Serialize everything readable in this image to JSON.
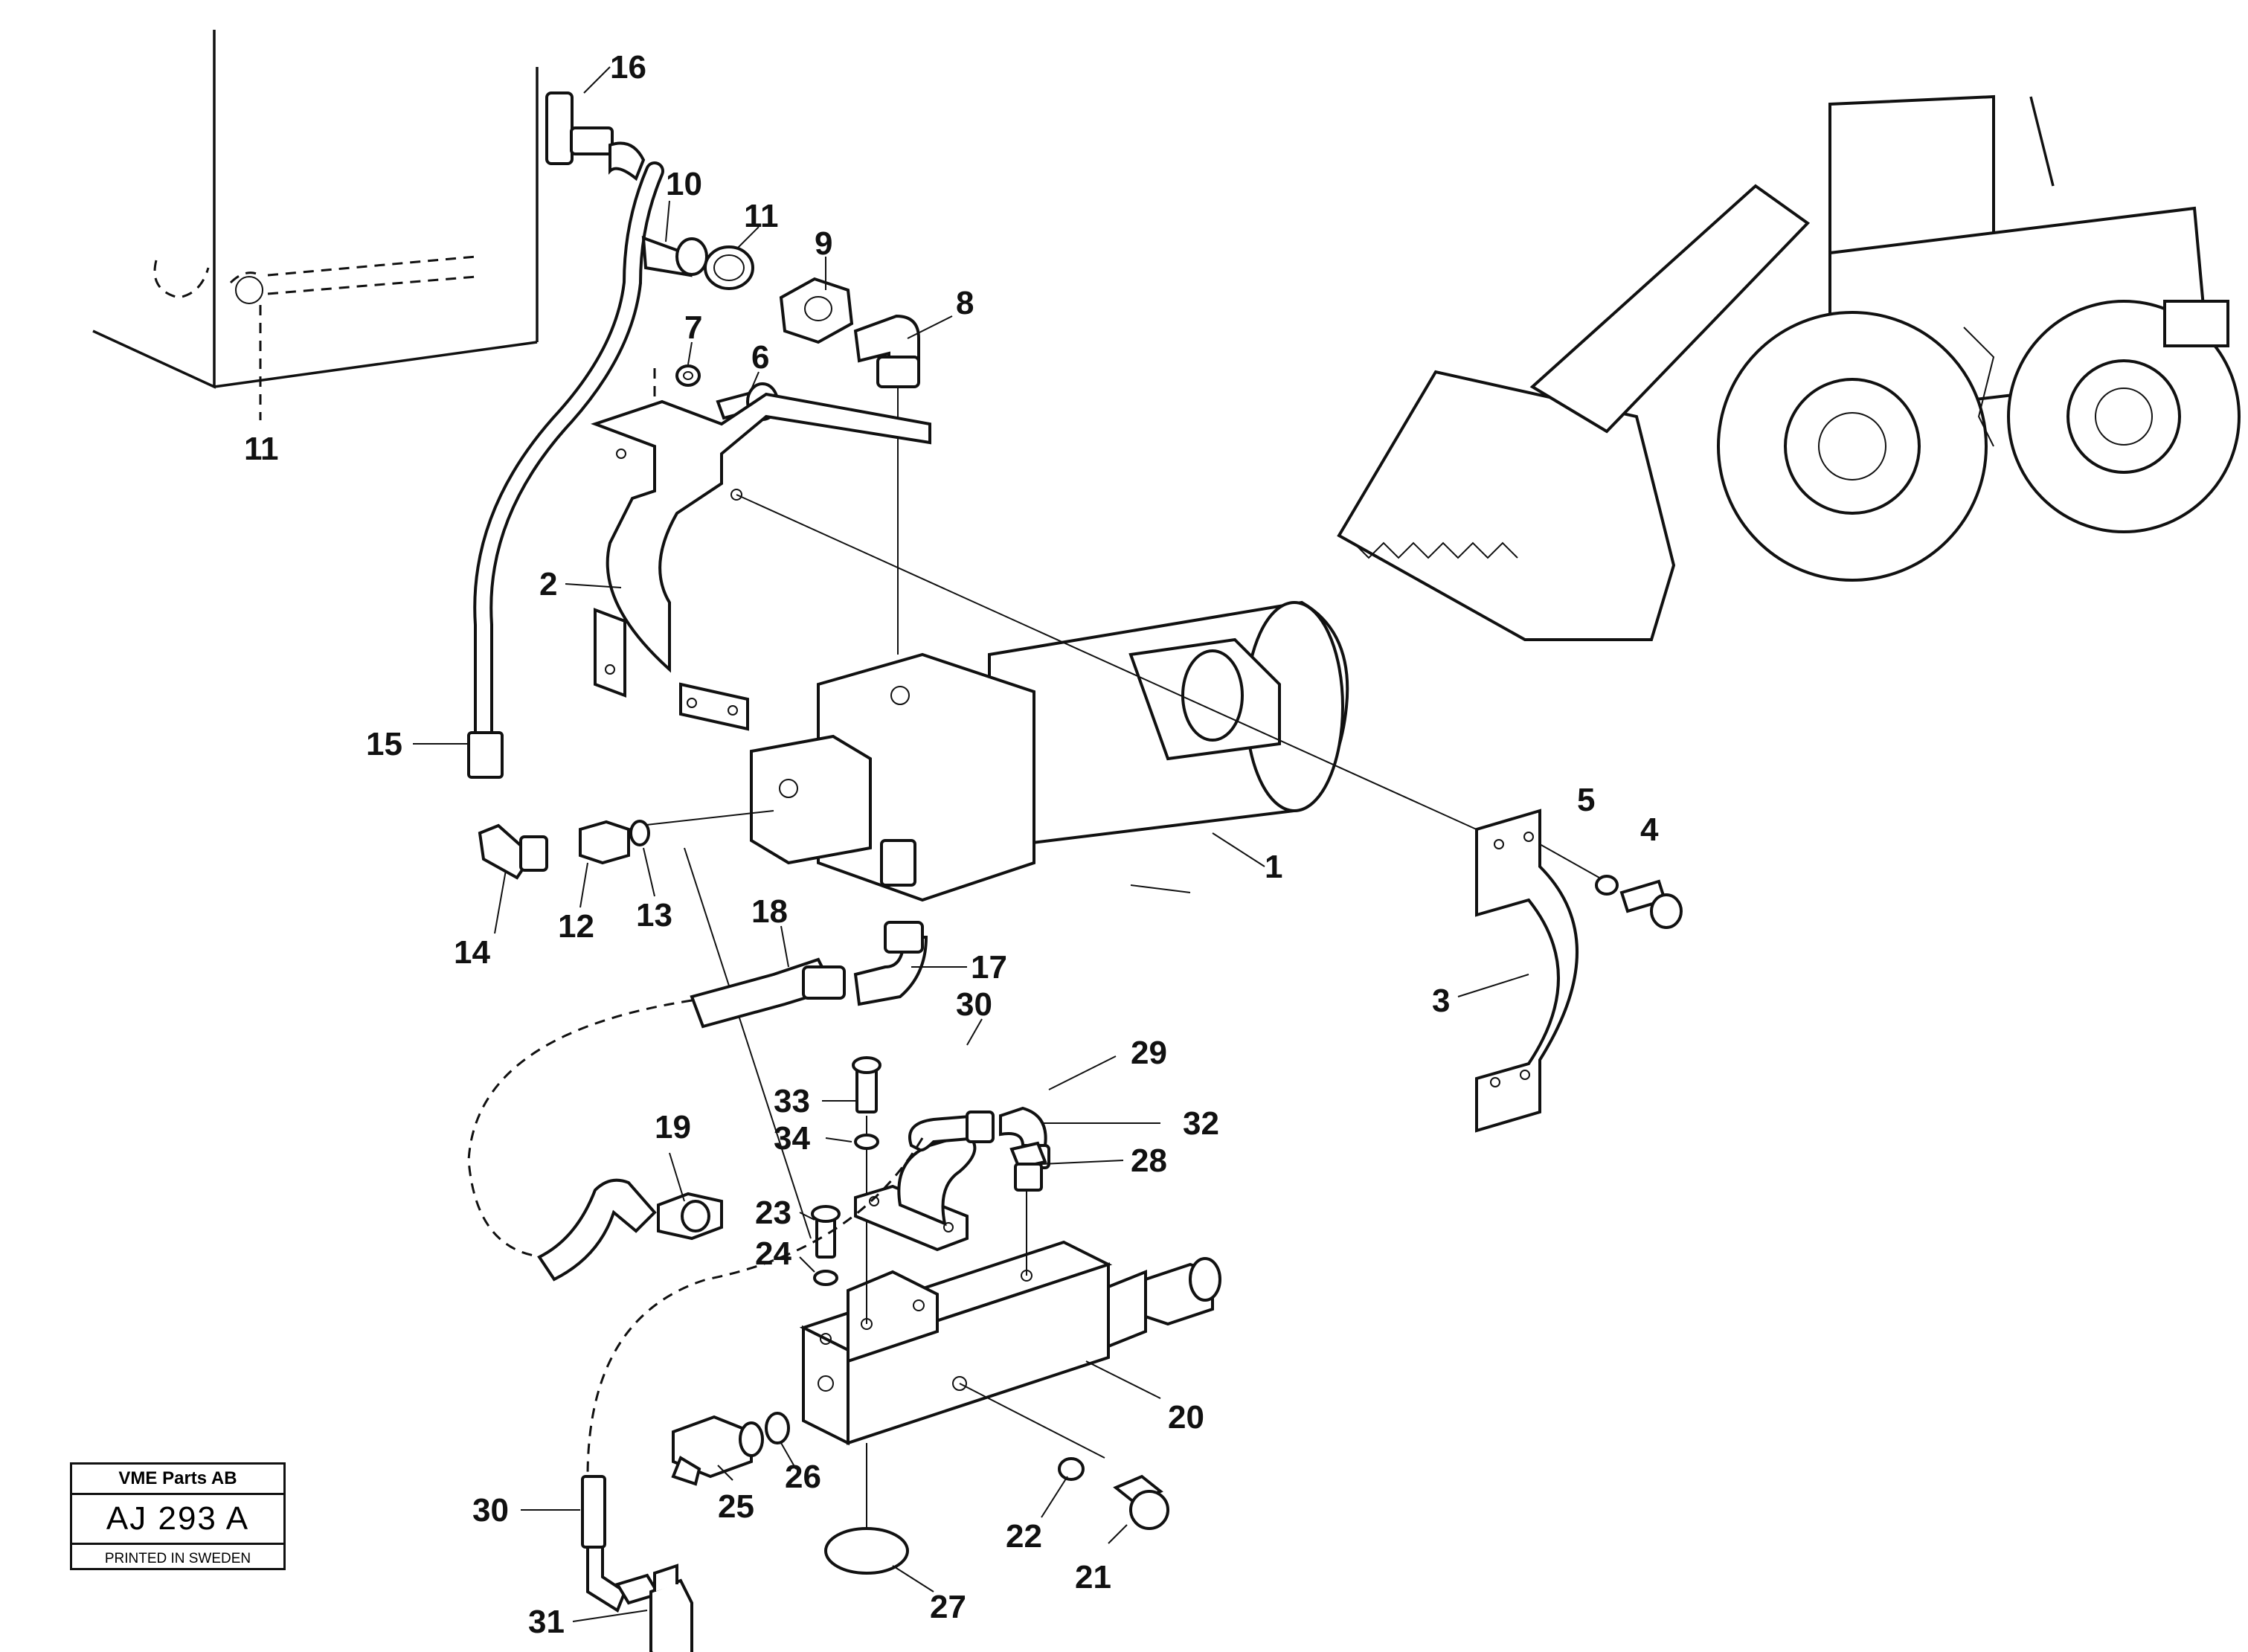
{
  "callouts": [
    {
      "id": "16",
      "text": "16"
    },
    {
      "id": "10",
      "text": "10"
    },
    {
      "id": "11a",
      "text": "11"
    },
    {
      "id": "9",
      "text": "9"
    },
    {
      "id": "8",
      "text": "8"
    },
    {
      "id": "7",
      "text": "7"
    },
    {
      "id": "6",
      "text": "6"
    },
    {
      "id": "11b",
      "text": "11"
    },
    {
      "id": "2",
      "text": "2"
    },
    {
      "id": "15",
      "text": "15"
    },
    {
      "id": "1",
      "text": "1"
    },
    {
      "id": "5",
      "text": "5"
    },
    {
      "id": "4",
      "text": "4"
    },
    {
      "id": "14",
      "text": "14"
    },
    {
      "id": "12",
      "text": "12"
    },
    {
      "id": "13",
      "text": "13"
    },
    {
      "id": "18",
      "text": "18"
    },
    {
      "id": "17",
      "text": "17"
    },
    {
      "id": "30a",
      "text": "30"
    },
    {
      "id": "29",
      "text": "29"
    },
    {
      "id": "3",
      "text": "3"
    },
    {
      "id": "33",
      "text": "33"
    },
    {
      "id": "34",
      "text": "34"
    },
    {
      "id": "32",
      "text": "32"
    },
    {
      "id": "19",
      "text": "19"
    },
    {
      "id": "28",
      "text": "28"
    },
    {
      "id": "23",
      "text": "23"
    },
    {
      "id": "24",
      "text": "24"
    },
    {
      "id": "20",
      "text": "20"
    },
    {
      "id": "30b",
      "text": "30"
    },
    {
      "id": "25",
      "text": "25"
    },
    {
      "id": "26",
      "text": "26"
    },
    {
      "id": "22",
      "text": "22"
    },
    {
      "id": "21",
      "text": "21"
    },
    {
      "id": "27",
      "text": "27"
    },
    {
      "id": "31",
      "text": "31"
    }
  ],
  "stamp": {
    "company": "VME Parts AB",
    "code": "AJ 293 A",
    "printed": "PRINTED IN SWEDEN"
  }
}
